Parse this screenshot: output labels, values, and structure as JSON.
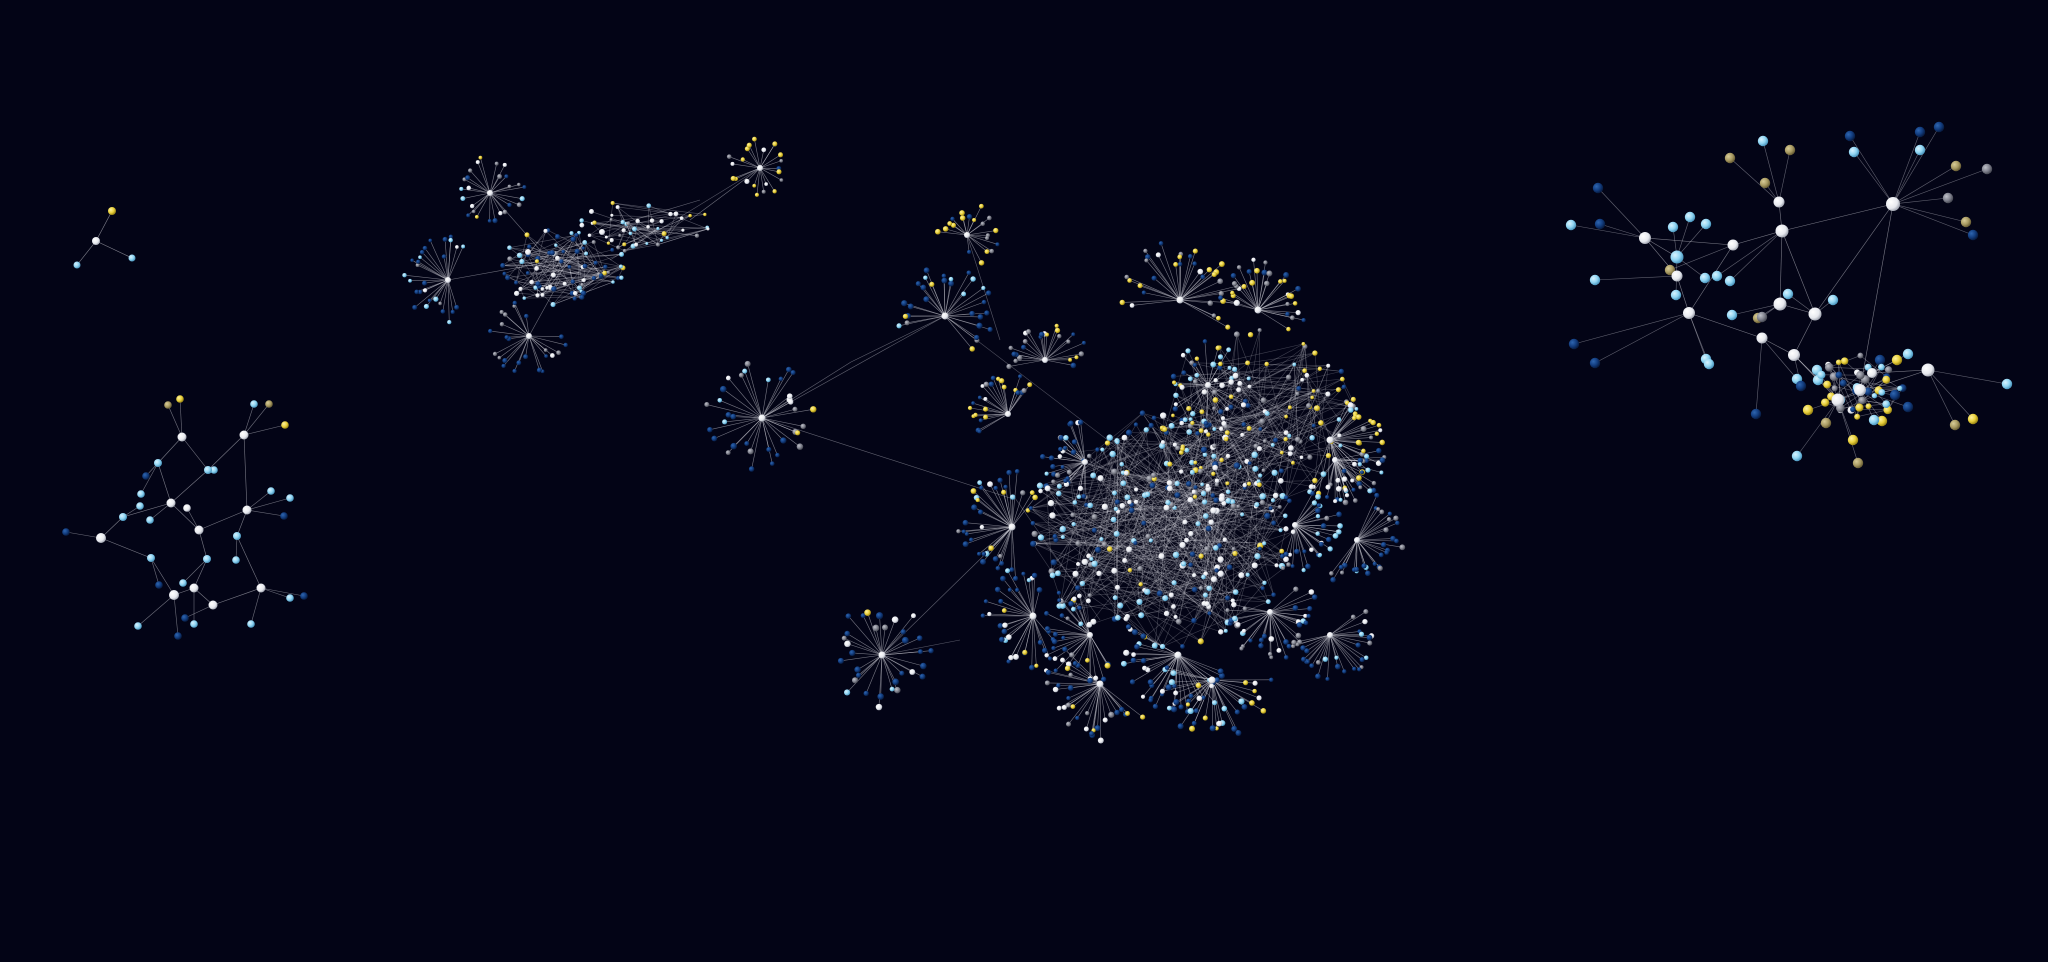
{
  "colors": {
    "background": "#030416",
    "edge": "#d8d8e0",
    "white": "#f4f6fa",
    "light_blue": "#8fd4f2",
    "dark_blue": "#123c7e",
    "yellow": "#e8cf3a",
    "olive": "#a89a62",
    "gray": "#80828e"
  },
  "clusters": [
    {
      "id": "tiny-cluster",
      "hub_count": 1,
      "leaf_count": 3
    },
    {
      "id": "left-tree-cluster",
      "hub_count": 12,
      "leaf_count": 34
    },
    {
      "id": "upper-mid-cluster",
      "hub_count": 8,
      "leaf_count": 170
    },
    {
      "id": "central-cluster",
      "hub_count": 30,
      "leaf_count": 1080
    },
    {
      "id": "right-cluster",
      "hub_count": 16,
      "leaf_count": 58
    }
  ]
}
